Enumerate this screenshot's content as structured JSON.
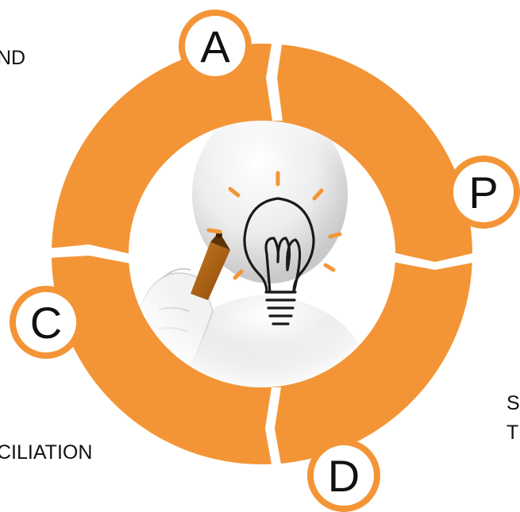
{
  "diagram": {
    "segments": [
      {
        "letter": "A"
      },
      {
        "letter": "P"
      },
      {
        "letter": "D"
      },
      {
        "letter": "C"
      }
    ],
    "side_labels": {
      "top_left": "ND",
      "bottom_left": "CILIATION",
      "right_line1": "S",
      "right_line2": "T"
    },
    "center_image": "figure-with-lightbulb-and-marker",
    "colors": {
      "ring": "#F39536",
      "badge_fill": "#ffffff",
      "badge_stroke": "#F39536",
      "text": "#111111",
      "figure": "#e6e6e6"
    }
  }
}
